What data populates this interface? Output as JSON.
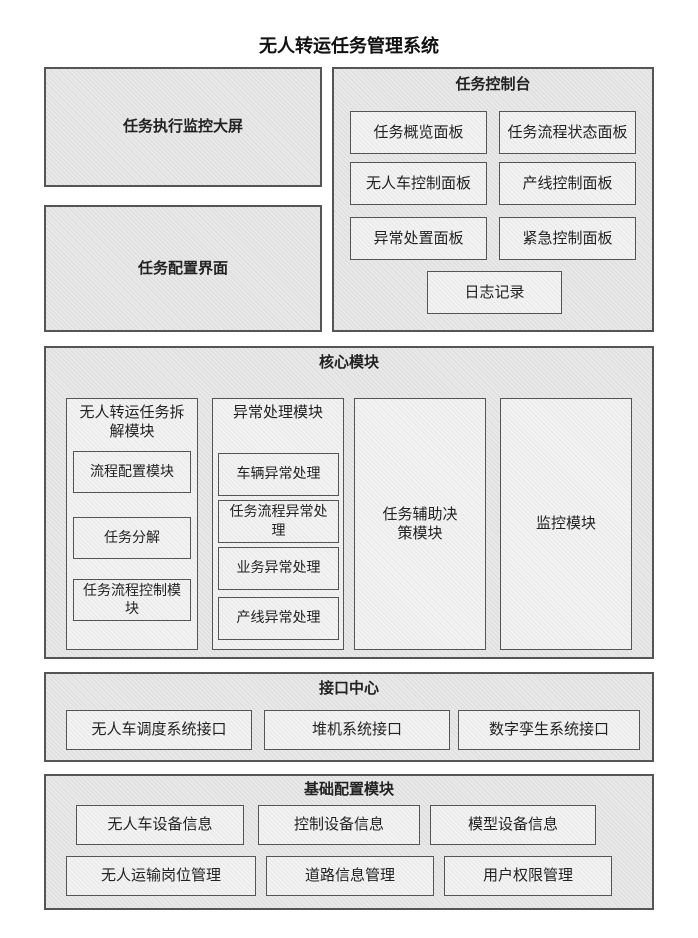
{
  "title": "无人转运任务管理系统",
  "monitor_screen": "任务执行监控大屏",
  "config_screen": "任务配置界面",
  "console": {
    "title": "任务控制台",
    "panels": [
      "任务概览面板",
      "任务流程状态面板",
      "无人车控制面板",
      "产线控制面板",
      "异常处置面板",
      "紧急控制面板"
    ],
    "log": "日志记录"
  },
  "core": {
    "title": "核心模块",
    "decompose": {
      "title": "无人转运任务拆解模块",
      "items": [
        "流程配置模块",
        "任务分解",
        "任务流程控制模块"
      ]
    },
    "exception": {
      "title": "异常处理模块",
      "items": [
        "车辆异常处理",
        "任务流程异常处理",
        "业务异常处理",
        "产线异常处理"
      ]
    },
    "decision": "任务辅助决策模块",
    "monitor": "监控模块"
  },
  "interface": {
    "title": "接口中心",
    "items": [
      "无人车调度系统接口",
      "堆机系统接口",
      "数字孪生系统接口"
    ]
  },
  "base": {
    "title": "基础配置模块",
    "row1": [
      "无人车设备信息",
      "控制设备信息",
      "模型设备信息"
    ],
    "row2": [
      "无人运输岗位管理",
      "道路信息管理",
      "用户权限管理"
    ]
  }
}
